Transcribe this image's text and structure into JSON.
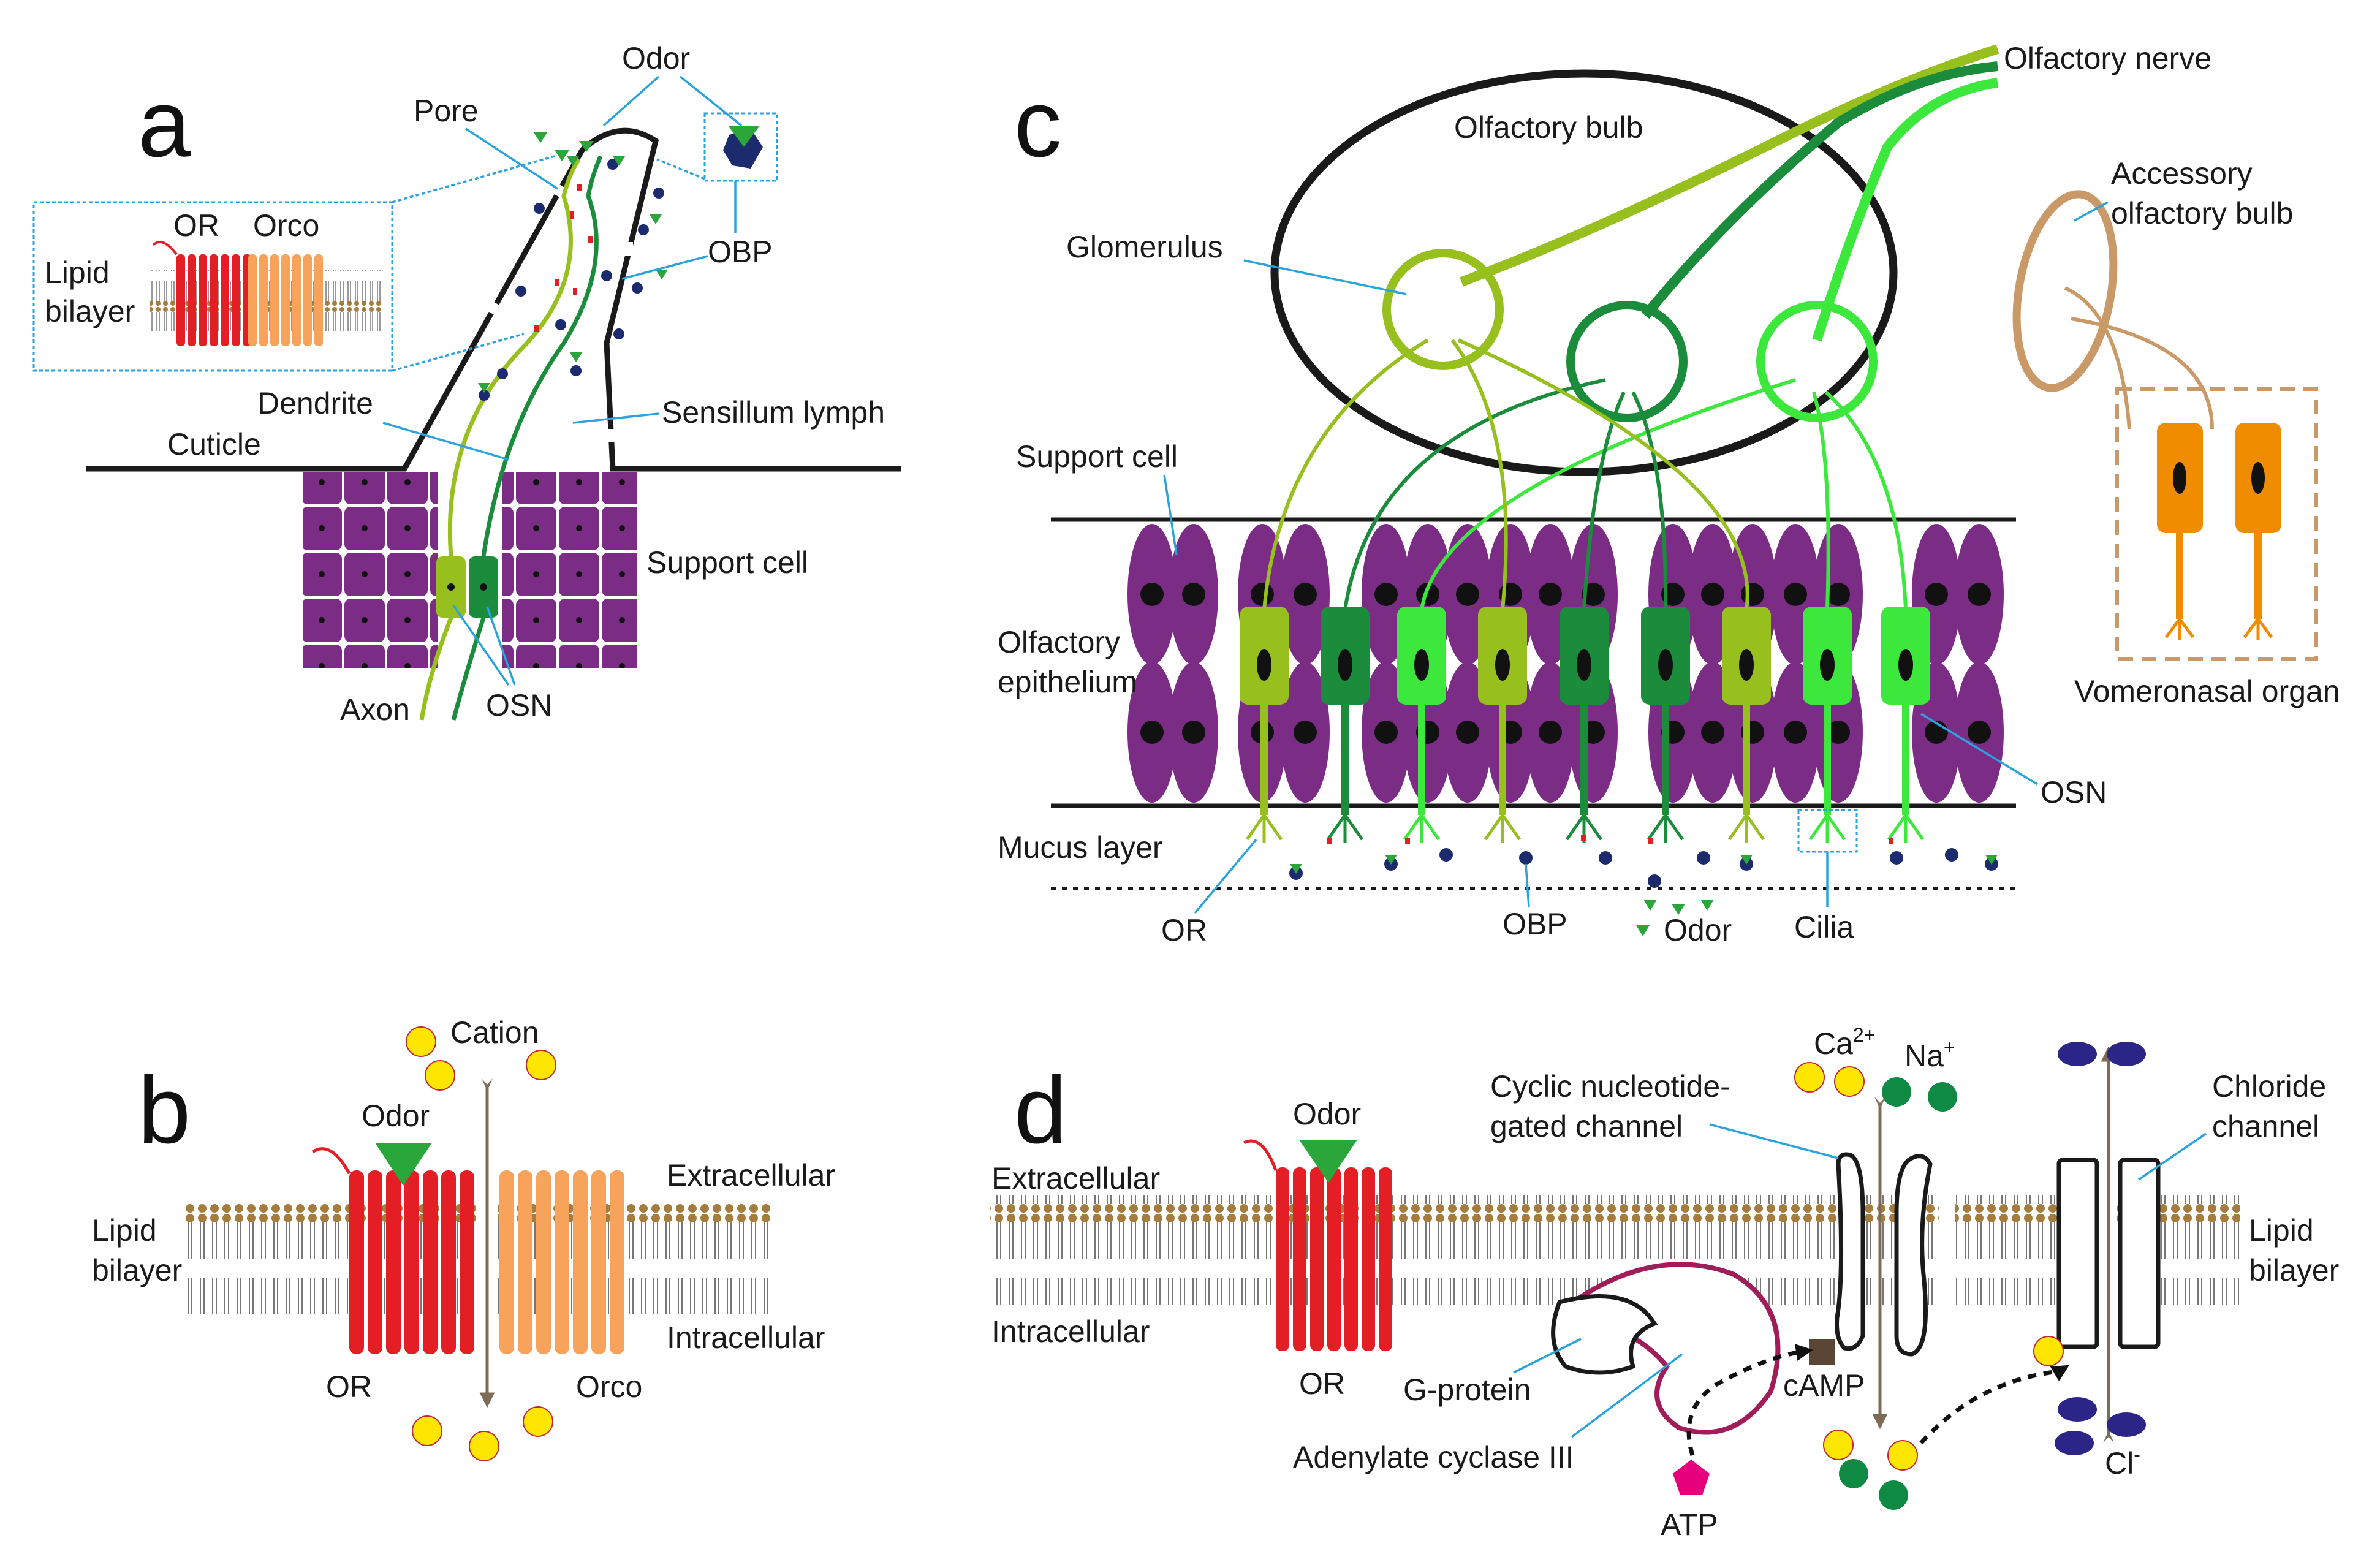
{
  "panels": {
    "a": {
      "letter": "a",
      "labels": {
        "odor": "Odor",
        "pore": "Pore",
        "or": "OR",
        "orco": "Orco",
        "lipid_bilayer_1": "Lipid",
        "lipid_bilayer_2": "bilayer",
        "obp": "OBP",
        "dendrite": "Dendrite",
        "sensillum_lymph": "Sensillum lymph",
        "cuticle": "Cuticle",
        "support_cell": "Support cell",
        "axon": "Axon",
        "osn": "OSN"
      }
    },
    "b": {
      "letter": "b",
      "labels": {
        "cation": "Cation",
        "odor": "Odor",
        "extracellular": "Extracellular",
        "intracellular": "Intracellular",
        "lipid_bilayer_1": "Lipid",
        "lipid_bilayer_2": "bilayer",
        "or": "OR",
        "orco": "Orco"
      }
    },
    "c": {
      "letter": "c",
      "labels": {
        "olfactory_nerve": "Olfactory nerve",
        "olfactory_bulb": "Olfactory bulb",
        "accessory_1": "Accessory",
        "accessory_2": "olfactory bulb",
        "glomerulus": "Glomerulus",
        "support_cell": "Support cell",
        "epithelium_1": "Olfactory",
        "epithelium_2": "epithelium",
        "vomeronasal": "Vomeronasal organ",
        "osn": "OSN",
        "mucus": "Mucus layer",
        "or": "OR",
        "obp": "OBP",
        "odor": "Odor",
        "cilia": "Cilia"
      }
    },
    "d": {
      "letter": "d",
      "labels": {
        "odor": "Odor",
        "extracellular": "Extracellular",
        "intracellular": "Intracellular",
        "cng_1": "Cyclic nucleotide-",
        "cng_2": "gated channel",
        "ca": "Ca",
        "ca_sup": "2+",
        "na": "Na",
        "na_sup": "+",
        "chloride_1": "Chloride",
        "chloride_2": "channel",
        "lipid_bilayer_1": "Lipid",
        "lipid_bilayer_2": "bilayer",
        "or": "OR",
        "g_protein": "G-protein",
        "camp": "cAMP",
        "adenylate": "Adenylate cyclase III",
        "atp": "ATP",
        "cl": "Cl",
        "cl_sup": "-"
      }
    }
  },
  "colors": {
    "or_red": "#e31e24",
    "orco_orange": "#f7a35c",
    "support_purple": "#7b2d86",
    "osn_light": "#97bf1e",
    "osn_dark": "#1a8c3c",
    "osn_bright": "#3ce83c",
    "vomeronasal_orange": "#f08c00",
    "accessory_tan": "#c99a68",
    "odor_green": "#2aa63a",
    "obp_navy": "#1c2b6e",
    "cation_yellow": "#ffe600",
    "na_green": "#0f8a45",
    "cl_indigo": "#2a2587",
    "atp_magenta": "#e6007e",
    "camp_brown": "#5b4636",
    "adenylate_maroon": "#a01d5a",
    "pointer_blue": "#29a3dd",
    "lipid_head": "#a67c3d"
  }
}
